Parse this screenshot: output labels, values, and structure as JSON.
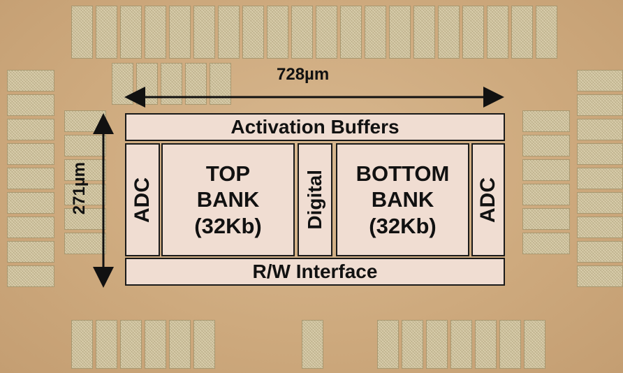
{
  "diagram": {
    "width_label": "728µm",
    "height_label": "271µm",
    "blocks": {
      "activation_buffers": "Activation Buffers",
      "adc_left": "ADC",
      "top_bank": [
        "TOP",
        "BANK",
        "(32Kb)"
      ],
      "digital": "Digital",
      "bottom_bank": [
        "BOTTOM",
        "BANK",
        "(32Kb)"
      ],
      "adc_right": "ADC",
      "rw_interface": "R/W Interface"
    }
  },
  "colors": {
    "die_background": "#d0ac80",
    "block_fill": "#f0ddd2",
    "block_border": "#1a1a1a"
  }
}
